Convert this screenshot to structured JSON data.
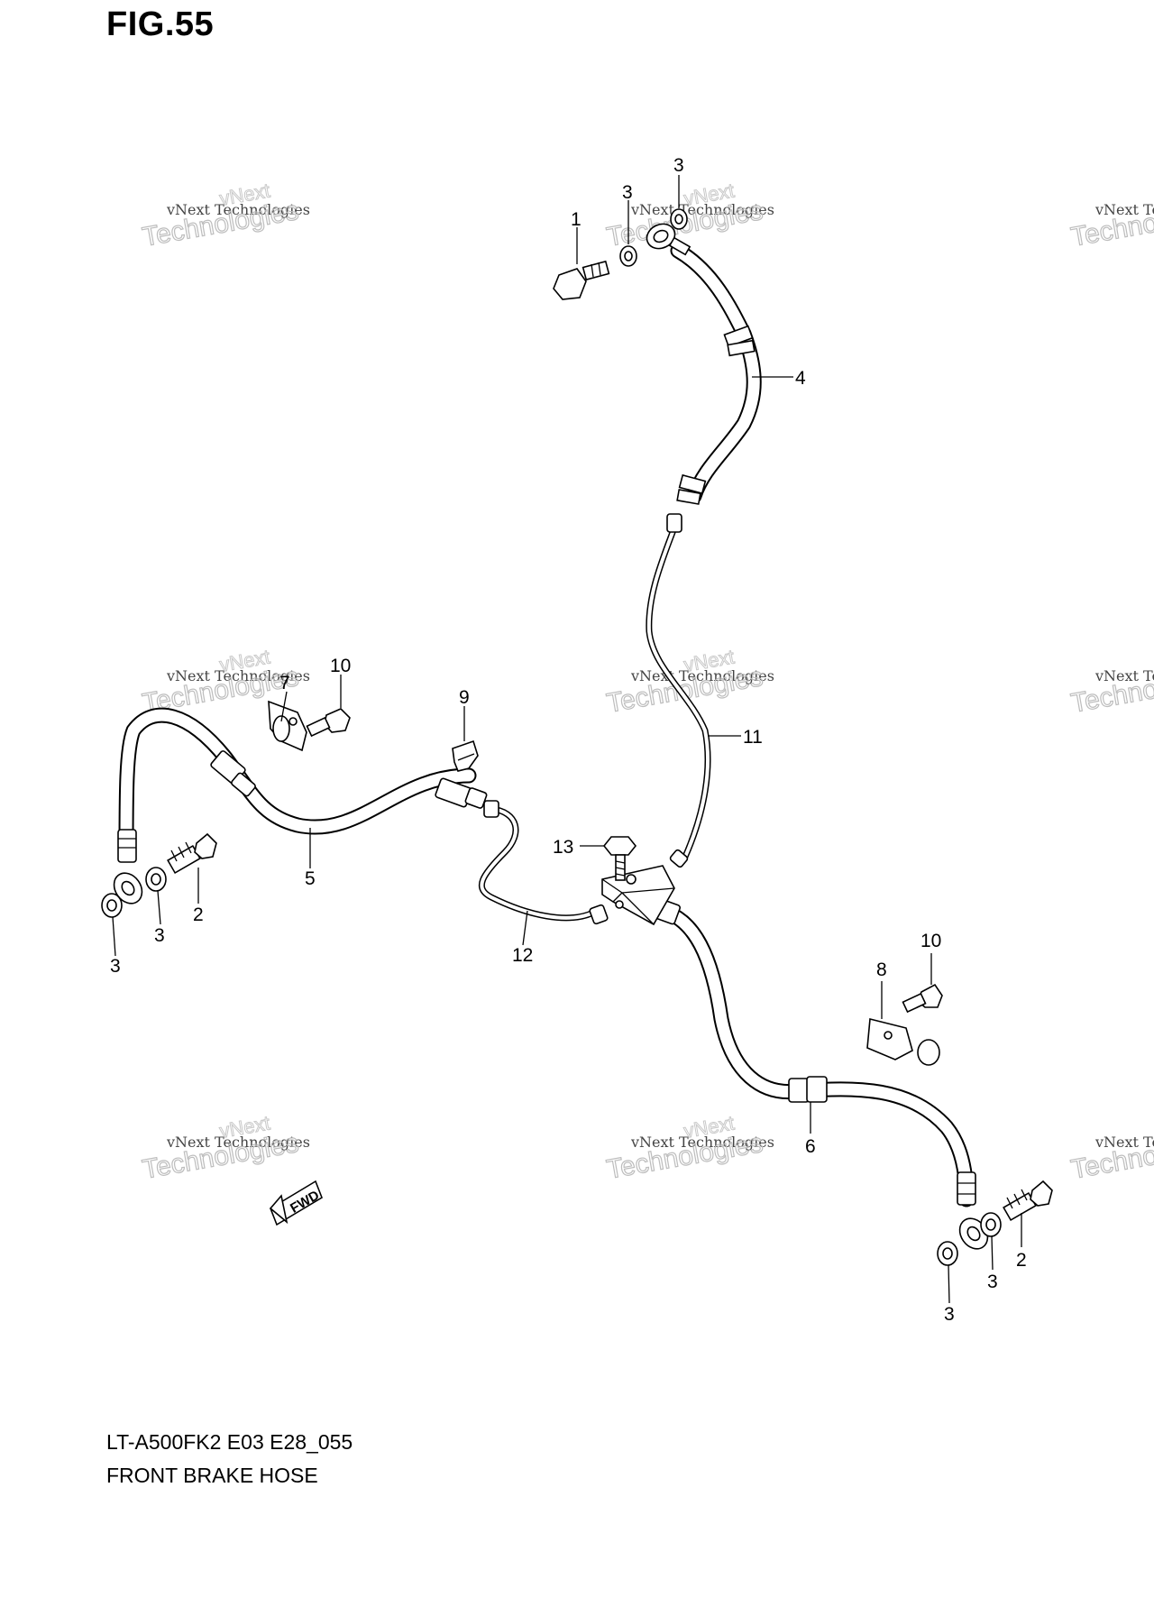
{
  "figure": {
    "title": "FIG.55",
    "model_code": "LT-A500FK2  E03  E28_055",
    "name": "FRONT BRAKE  HOSE"
  },
  "watermark": {
    "line1": "vNext Technologies",
    "line2": "Technologies",
    "line3": "vNext"
  },
  "fwd_label": "FWD",
  "callouts": [
    {
      "id": "c1",
      "text": "1"
    },
    {
      "id": "c3a",
      "text": "3"
    },
    {
      "id": "c3b",
      "text": "3"
    },
    {
      "id": "c4",
      "text": "4"
    },
    {
      "id": "c7",
      "text": "7"
    },
    {
      "id": "c10a",
      "text": "10"
    },
    {
      "id": "c9",
      "text": "9"
    },
    {
      "id": "c11",
      "text": "11"
    },
    {
      "id": "c13",
      "text": "13"
    },
    {
      "id": "c5",
      "text": "5"
    },
    {
      "id": "c2a",
      "text": "2"
    },
    {
      "id": "c3c",
      "text": "3"
    },
    {
      "id": "c3d",
      "text": "3"
    },
    {
      "id": "c12",
      "text": "12"
    },
    {
      "id": "c10b",
      "text": "10"
    },
    {
      "id": "c8",
      "text": "8"
    },
    {
      "id": "c6",
      "text": "6"
    },
    {
      "id": "c2b",
      "text": "2"
    },
    {
      "id": "c3e",
      "text": "3"
    },
    {
      "id": "c3f",
      "text": "3"
    }
  ],
  "colors": {
    "line": "#000000",
    "background": "#ffffff",
    "watermark": "#bdbdbd"
  }
}
